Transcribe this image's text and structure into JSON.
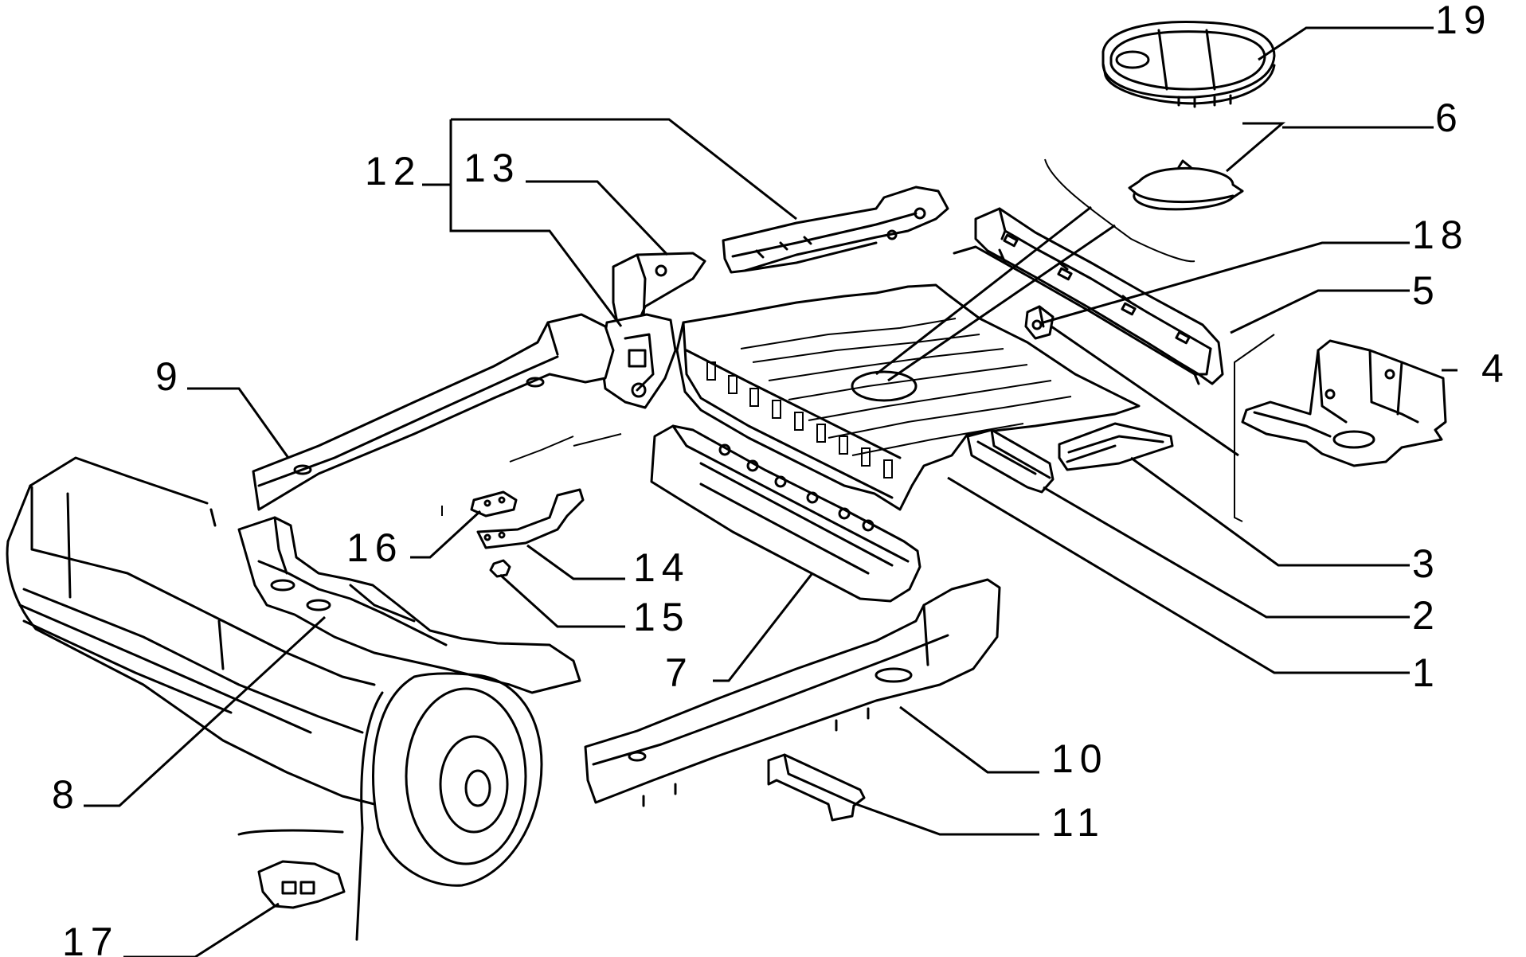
{
  "callouts": [
    {
      "id": "19",
      "label": "19"
    },
    {
      "id": "6",
      "label": "6"
    },
    {
      "id": "18",
      "label": "18"
    },
    {
      "id": "5",
      "label": "5"
    },
    {
      "id": "4",
      "label": "4"
    },
    {
      "id": "3",
      "label": "3"
    },
    {
      "id": "2",
      "label": "2"
    },
    {
      "id": "1",
      "label": "1"
    },
    {
      "id": "12",
      "label": "12"
    },
    {
      "id": "13",
      "label": "13"
    },
    {
      "id": "9",
      "label": "9"
    },
    {
      "id": "16",
      "label": "16"
    },
    {
      "id": "14",
      "label": "14"
    },
    {
      "id": "15",
      "label": "15"
    },
    {
      "id": "7",
      "label": "7"
    },
    {
      "id": "10",
      "label": "10"
    },
    {
      "id": "11",
      "label": "11"
    },
    {
      "id": "8",
      "label": "8"
    },
    {
      "id": "17",
      "label": "17"
    }
  ]
}
